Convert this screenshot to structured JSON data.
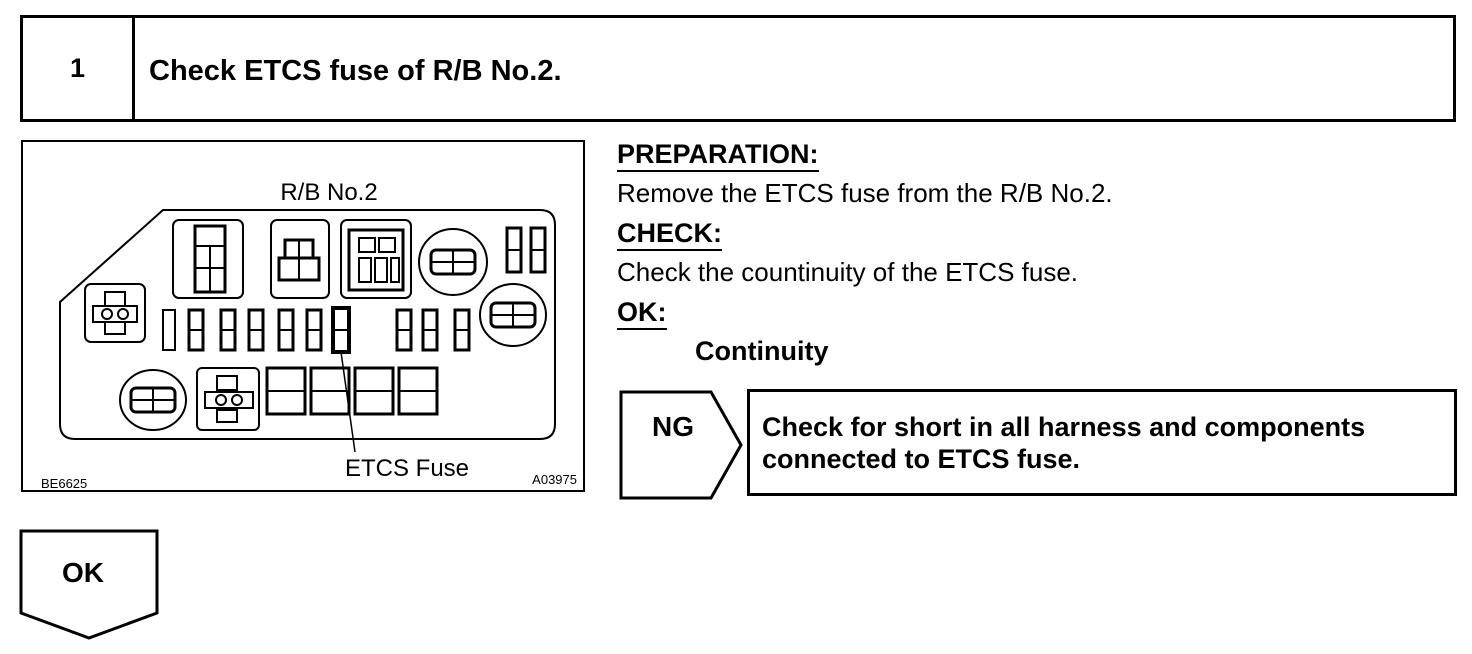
{
  "step": {
    "number": "1",
    "title": "Check ETCS fuse of R/B No.2."
  },
  "figure": {
    "caption": "R/B No.2",
    "callout": "ETCS Fuse",
    "code_left": "BE6625",
    "code_right": "A03975"
  },
  "instructions": {
    "preparation_heading": "PREPARATION:",
    "preparation_text": "Remove the ETCS fuse from the R/B No.2.",
    "check_heading": "CHECK:",
    "check_text": "Check the countinuity of the ETCS fuse.",
    "ok_heading": "OK:",
    "ok_value": "Continuity"
  },
  "results": {
    "ng_label": "NG",
    "ng_action_line1": "Check for short in all harness and components",
    "ng_action_line2": "connected to ETCS fuse.",
    "ok_label": "OK"
  }
}
